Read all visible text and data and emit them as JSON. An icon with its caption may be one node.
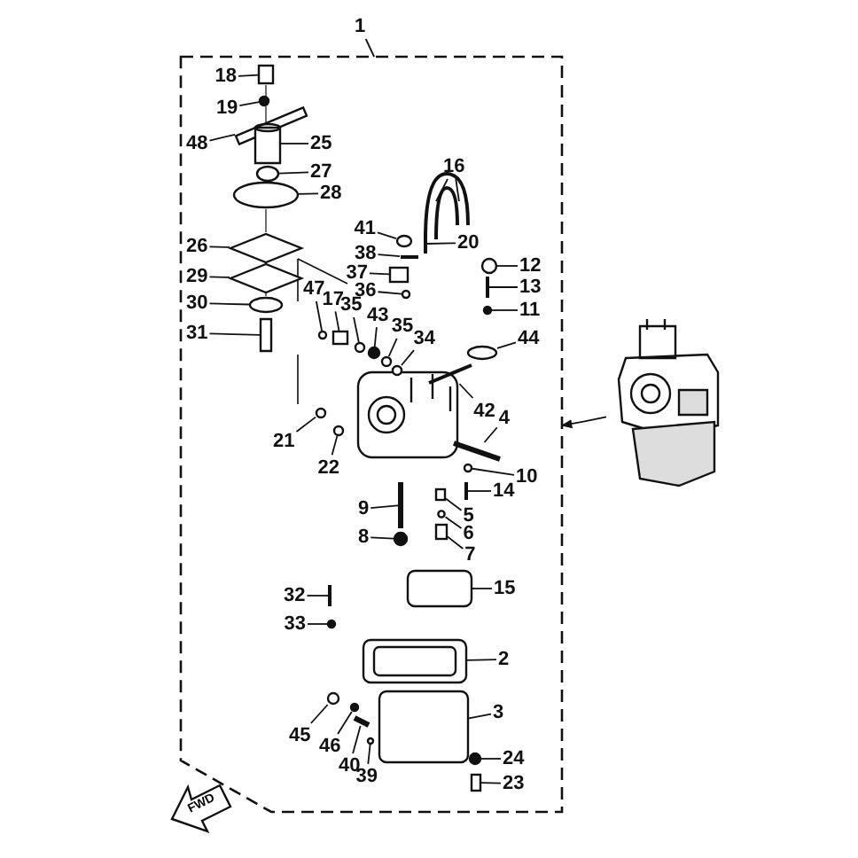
{
  "diagram": {
    "nodes": [
      {
        "text": [
          "1"
        ]
      },
      {
        "text": [],
        "shape": "box"
      },
      {
        "text": [
          "18"
        ],
        "in": 1
      },
      {
        "text": [
          "19"
        ],
        "in": 1
      },
      {
        "text": [
          "48"
        ],
        "in": 1
      },
      {
        "text": [
          "25"
        ],
        "in": 1
      },
      {
        "text": [
          "27"
        ],
        "in": 1
      },
      {
        "text": [
          "28"
        ],
        "in": 1
      },
      {
        "text": [
          "26"
        ],
        "in": 1
      },
      {
        "text": [
          "29"
        ],
        "in": 1
      },
      {
        "text": [
          "30"
        ],
        "in": 1
      },
      {
        "text": [
          "31"
        ],
        "in": 1
      },
      {
        "text": [
          "16"
        ],
        "in": 1
      },
      {
        "text": [
          "41"
        ],
        "in": 1
      },
      {
        "text": [
          "20"
        ],
        "in": 1
      },
      {
        "text": [
          "38"
        ],
        "in": 1
      },
      {
        "text": [
          "37"
        ],
        "in": 1
      },
      {
        "text": [
          "36"
        ],
        "in": 1
      },
      {
        "text": [
          "12"
        ],
        "in": 1
      },
      {
        "text": [
          "13"
        ],
        "in": 1
      },
      {
        "text": [
          "11"
        ],
        "in": 1
      },
      {
        "text": [
          "47"
        ],
        "in": 1
      },
      {
        "text": [
          "17"
        ],
        "in": 1
      },
      {
        "text": [
          "35"
        ],
        "in": 1
      },
      {
        "text": [
          "43"
        ],
        "in": 1
      },
      {
        "text": [
          "35"
        ],
        "in": 1
      },
      {
        "text": [
          "34"
        ],
        "in": 1
      },
      {
        "text": [
          "44"
        ],
        "in": 1
      },
      {
        "text": [
          "42"
        ],
        "in": 1
      },
      {
        "text": [
          "21"
        ],
        "in": 1
      },
      {
        "text": [
          "22"
        ],
        "in": 1
      },
      {
        "text": [
          "4"
        ],
        "in": 1
      },
      {
        "text": [
          "10"
        ],
        "in": 1
      },
      {
        "text": [
          "14"
        ],
        "in": 1
      },
      {
        "text": [
          "9"
        ],
        "in": 1
      },
      {
        "text": [
          "5"
        ],
        "in": 1
      },
      {
        "text": [
          "6"
        ],
        "in": 1
      },
      {
        "text": [
          "7"
        ],
        "in": 1
      },
      {
        "text": [
          "8"
        ],
        "in": 1
      },
      {
        "text": [
          "15"
        ],
        "in": 1
      },
      {
        "text": [
          "32"
        ],
        "in": 1
      },
      {
        "text": [
          "33"
        ],
        "in": 1
      },
      {
        "text": [
          "2"
        ],
        "in": 1
      },
      {
        "text": [
          "3"
        ],
        "in": 1
      },
      {
        "text": [
          "45"
        ],
        "in": 1
      },
      {
        "text": [
          "46"
        ],
        "in": 1
      },
      {
        "text": [
          "40"
        ],
        "in": 1
      },
      {
        "text": [
          "39"
        ],
        "in": 1
      },
      {
        "text": [
          "24"
        ],
        "in": 1
      },
      {
        "text": [
          "23"
        ],
        "in": 1
      },
      {
        "text": [],
        "shape": "picture"
      },
      {
        "text": [],
        "shape": "box",
        "in": 1
      },
      {
        "text": [],
        "shape": "circle",
        "in": 1
      },
      {
        "text": [],
        "shape": "bar",
        "in": 1
      },
      {
        "text": [],
        "shape": "cylinder",
        "in": 1
      },
      {
        "text": [],
        "shape": "circle",
        "in": 1
      },
      {
        "text": [],
        "shape": "circle",
        "in": 1
      },
      {
        "text": [],
        "shape": "diamond",
        "in": 1
      },
      {
        "text": [],
        "shape": "diamond",
        "in": 1
      },
      {
        "text": [],
        "shape": "circle",
        "in": 1
      },
      {
        "text": [],
        "shape": "bar",
        "in": 1
      },
      {
        "text": [],
        "shape": "tube",
        "in": 1
      },
      {
        "text": [],
        "shape": "circle",
        "in": 1
      },
      {
        "text": [],
        "shape": "bar",
        "in": 1
      },
      {
        "text": [],
        "shape": "bar",
        "in": 1
      },
      {
        "text": [],
        "shape": "box",
        "in": 1
      },
      {
        "text": [],
        "shape": "circle",
        "in": 1
      },
      {
        "text": [],
        "shape": "circle",
        "in": 1
      },
      {
        "text": [],
        "shape": "bar",
        "in": 1
      },
      {
        "text": [],
        "shape": "circle",
        "in": 1
      },
      {
        "text": [],
        "shape": "circle",
        "in": 1
      },
      {
        "text": [],
        "shape": "box",
        "in": 1
      },
      {
        "text": [],
        "shape": "circle",
        "in": 1
      },
      {
        "text": [],
        "shape": "circle",
        "in": 1
      },
      {
        "text": [],
        "shape": "circle",
        "in": 1
      },
      {
        "text": [],
        "shape": "circle",
        "in": 1
      },
      {
        "text": [],
        "shape": "circle",
        "in": 1
      },
      {
        "text": [],
        "shape": "bar",
        "in": 1
      },
      {
        "text": [],
        "shape": "circle",
        "in": 1
      },
      {
        "text": [],
        "shape": "circle",
        "in": 1
      },
      {
        "text": [],
        "shape": "bar",
        "in": 1
      },
      {
        "text": [],
        "shape": "circle",
        "in": 1
      },
      {
        "text": [],
        "shape": "bar",
        "in": 1
      },
      {
        "text": [],
        "shape": "bar",
        "in": 1
      },
      {
        "text": [],
        "shape": "box",
        "in": 1
      },
      {
        "text": [],
        "shape": "circle",
        "in": 1
      },
      {
        "text": [],
        "shape": "box",
        "in": 1
      },
      {
        "text": [],
        "shape": "circle",
        "in": 1
      },
      {
        "text": [],
        "shape": "box",
        "in": 1
      },
      {
        "text": [],
        "shape": "bar",
        "in": 1
      },
      {
        "text": [],
        "shape": "circle",
        "in": 1
      },
      {
        "text": [],
        "shape": "box",
        "in": 1
      },
      {
        "text": [],
        "shape": "box",
        "in": 1
      },
      {
        "text": [],
        "shape": "circle",
        "in": 1
      },
      {
        "text": [],
        "shape": "circle",
        "in": 1
      },
      {
        "text": [],
        "shape": "bar",
        "in": 1
      },
      {
        "text": [],
        "shape": "circle",
        "in": 1
      },
      {
        "text": [],
        "shape": "circle",
        "in": 1
      },
      {
        "text": [],
        "shape": "box",
        "in": 1
      }
    ],
    "edges": [
      {
        "from": 0,
        "to": 1,
        "arrow": "none"
      },
      {
        "from": 2,
        "to": 51,
        "arrow": "none"
      },
      {
        "from": 3,
        "to": 52,
        "arrow": "none"
      },
      {
        "from": 4,
        "to": 53,
        "arrow": "none"
      },
      {
        "from": 5,
        "to": 54,
        "arrow": "none"
      },
      {
        "from": 6,
        "to": 55,
        "arrow": "none"
      },
      {
        "from": 7,
        "to": 56,
        "arrow": "none"
      },
      {
        "from": 8,
        "to": 57,
        "arrow": "none"
      },
      {
        "from": 9,
        "to": 58,
        "arrow": "none"
      },
      {
        "from": 10,
        "to": 59,
        "arrow": "none"
      },
      {
        "from": 11,
        "to": 60,
        "arrow": "none"
      },
      {
        "from": 12,
        "to": 61,
        "arrow": "none"
      },
      {
        "from": 12,
        "to": 61,
        "arrow": "none"
      },
      {
        "from": 13,
        "to": 62,
        "arrow": "none"
      },
      {
        "from": 14,
        "to": 63,
        "arrow": "none"
      },
      {
        "from": 15,
        "to": 64,
        "arrow": "none"
      },
      {
        "from": 16,
        "to": 65,
        "arrow": "none"
      },
      {
        "from": 17,
        "to": 66,
        "arrow": "none"
      },
      {
        "from": 18,
        "to": 67,
        "arrow": "none"
      },
      {
        "from": 19,
        "to": 68,
        "arrow": "none"
      },
      {
        "from": 20,
        "to": 69,
        "arrow": "none"
      },
      {
        "from": 21,
        "to": 70,
        "arrow": "none"
      },
      {
        "from": 22,
        "to": 71,
        "arrow": "none"
      },
      {
        "from": 23,
        "to": 72,
        "arrow": "none"
      },
      {
        "from": 24,
        "to": 73,
        "arrow": "none"
      },
      {
        "from": 25,
        "to": 74,
        "arrow": "none"
      },
      {
        "from": 26,
        "to": 75,
        "arrow": "none"
      },
      {
        "from": 27,
        "to": 76,
        "arrow": "none"
      },
      {
        "from": 28,
        "to": 77,
        "arrow": "none"
      },
      {
        "from": 29,
        "to": 78,
        "arrow": "none"
      },
      {
        "from": 30,
        "to": 79,
        "arrow": "none"
      },
      {
        "from": 31,
        "to": 80,
        "arrow": "none"
      },
      {
        "from": 32,
        "to": 81,
        "arrow": "none"
      },
      {
        "from": 33,
        "to": 82,
        "arrow": "none"
      },
      {
        "from": 34,
        "to": 83,
        "arrow": "none"
      },
      {
        "from": 35,
        "to": 84,
        "arrow": "none"
      },
      {
        "from": 36,
        "to": 85,
        "arrow": "none"
      },
      {
        "from": 37,
        "to": 86,
        "arrow": "none"
      },
      {
        "from": 38,
        "to": 87,
        "arrow": "none"
      },
      {
        "from": 39,
        "to": 88,
        "arrow": "none"
      },
      {
        "from": 40,
        "to": 89,
        "arrow": "none"
      },
      {
        "from": 41,
        "to": 90,
        "arrow": "none"
      },
      {
        "from": 42,
        "to": 91,
        "arrow": "none"
      },
      {
        "from": 43,
        "to": 92,
        "arrow": "none"
      },
      {
        "from": 44,
        "to": 93,
        "arrow": "none"
      },
      {
        "from": 45,
        "to": 94,
        "arrow": "none"
      },
      {
        "from": 46,
        "to": 95,
        "arrow": "none"
      },
      {
        "from": 47,
        "to": 96,
        "arrow": "none"
      },
      {
        "from": 48,
        "to": 97,
        "arrow": "none"
      },
      {
        "from": 49,
        "to": 98,
        "arrow": "none"
      },
      {
        "from": 50,
        "to": 1,
        "arrow": "to"
      }
    ],
    "labels": [
      "FWD"
    ]
  }
}
